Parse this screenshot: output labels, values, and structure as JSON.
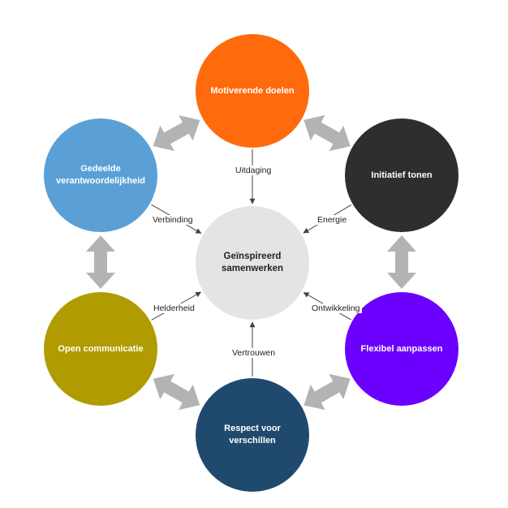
{
  "center": {
    "label": "Geïnspireerd\nsamenwerken",
    "color": "#e4e4e4",
    "text_color": "#222222"
  },
  "nodes": [
    {
      "id": "motiverende-doelen",
      "label": "Motiverende doelen",
      "color": "#ff6a0d",
      "text_color": "#ffffff"
    },
    {
      "id": "initiatief-tonen",
      "label": "Initiatief tonen",
      "color": "#2e2e30",
      "text_color": "#ffffff"
    },
    {
      "id": "flexibel-aanpassen",
      "label": "Flexibel aanpassen",
      "color": "#6b00ff",
      "text_color": "#ffffff"
    },
    {
      "id": "respect-voor-verschillen",
      "label": "Respect voor\nverschillen",
      "color": "#1f4a6e",
      "text_color": "#ffffff"
    },
    {
      "id": "open-communicatie",
      "label": "Open communicatie",
      "color": "#b09c00",
      "text_color": "#ffffff"
    },
    {
      "id": "gedeelde-verantwoordelijkheid",
      "label": "Gedeelde\nverantwoordelijkheid",
      "color": "#5aa0d6",
      "text_color": "#ffffff"
    }
  ],
  "connectors": [
    {
      "from": "motiverende-doelen",
      "label": "Uitdaging"
    },
    {
      "from": "initiatief-tonen",
      "label": "Energie"
    },
    {
      "from": "flexibel-aanpassen",
      "label": "Ontwikkeling"
    },
    {
      "from": "respect-voor-verschillen",
      "label": "Vertrouwen"
    },
    {
      "from": "open-communicatie",
      "label": "Helderheid"
    },
    {
      "from": "gedeelde-verantwoordelijkheid",
      "label": "Verbinding"
    }
  ],
  "double_arrow_color": "#b3b3b3",
  "connector_color": "#444444"
}
